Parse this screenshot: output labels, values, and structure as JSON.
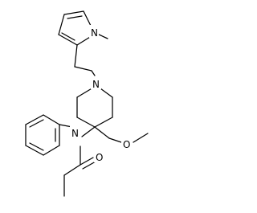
{
  "structure": {
    "atoms": {
      "pyrrole_n": "N",
      "piperidine_n": "N",
      "amide_n": "N",
      "ether_o": "O",
      "carbonyl_o": "O"
    }
  },
  "colors": {
    "bond": "#000000",
    "label": "#000000",
    "background": "#ffffff"
  }
}
